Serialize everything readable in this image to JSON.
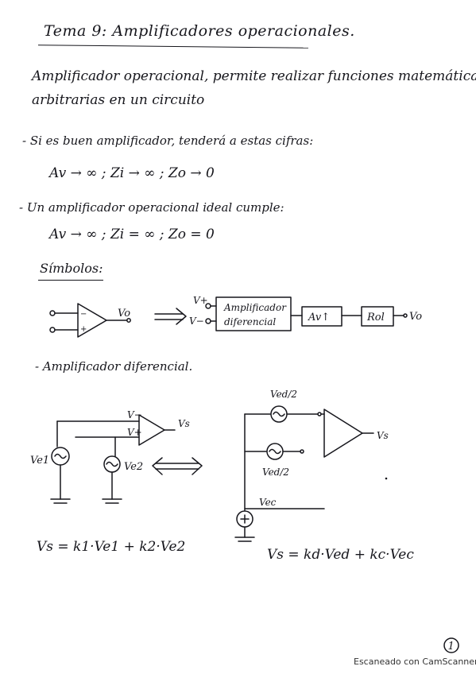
{
  "document": {
    "title": "Tema 9: Amplificadores operacionales.",
    "intro_line1": "Amplificador operacional, permite realizar funciones matemáticas",
    "intro_line2": "arbitrarias en un circuito",
    "bullet1": "- Si es buen amplificador, tenderá a estas cifras:",
    "formula1": "Av → ∞ ; Zi → ∞ ; Zo → 0",
    "bullet2": "- Un amplificador operacional ideal cumple:",
    "formula2": "Av → ∞ ; Zi = ∞ ; Zo = 0",
    "symbols_heading": "Símbolos:",
    "bullet3": "- Amplificador diferencial.",
    "equation_left": "Vs = k1·Ve1 + k2·Ve2",
    "equation_right": "Vs = kd·Ved + kc·Vec"
  },
  "diagram_symbols": {
    "minus_sign": "−",
    "plus_sign": "+",
    "output_label": "Vo",
    "v_plus": "V+",
    "v_minus": "V−",
    "block1_line1": "Amplificador",
    "block1_line2": "diferencial",
    "block2": "Av↑",
    "block3": "Rol",
    "final_output": "Vo"
  },
  "diagram_diff": {
    "v_minus_in": "V−",
    "v_plus_in": "V+",
    "vs": "Vs",
    "ve1": "Ve1",
    "ve2": "Ve2",
    "ved_half_top": "Ved/2",
    "ved_half_bottom": "Ved/2",
    "vs_right": "Vs",
    "vec": "Vec"
  },
  "page_number": "1",
  "footer": "Escaneado con CamScanner"
}
